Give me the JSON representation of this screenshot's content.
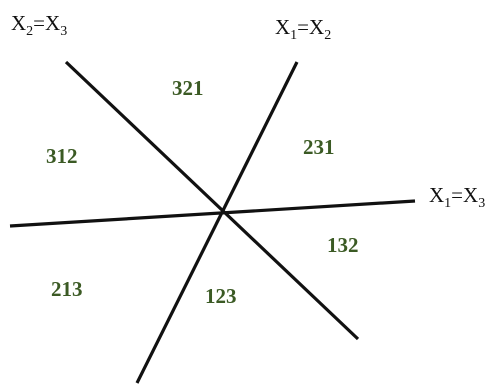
{
  "colors": {
    "line": "#111111",
    "region_label": "#3b5a24",
    "background": "#ffffff"
  },
  "lines": [
    {
      "id": "x2-eq-x3",
      "label_main_a": "X",
      "label_sub_a": "2",
      "label_eq": "=X",
      "label_sub_b": "3"
    },
    {
      "id": "x1-eq-x2",
      "label_main_a": "X",
      "label_sub_a": "1",
      "label_eq": "=X",
      "label_sub_b": "2"
    },
    {
      "id": "x1-eq-x3",
      "label_main_a": "X",
      "label_sub_a": "1",
      "label_eq": "=X",
      "label_sub_b": "3"
    }
  ],
  "regions": [
    {
      "id": "321",
      "label": "321"
    },
    {
      "id": "312",
      "label": "312"
    },
    {
      "id": "231",
      "label": "231"
    },
    {
      "id": "132",
      "label": "132"
    },
    {
      "id": "213",
      "label": "213"
    },
    {
      "id": "123",
      "label": "123"
    }
  ]
}
